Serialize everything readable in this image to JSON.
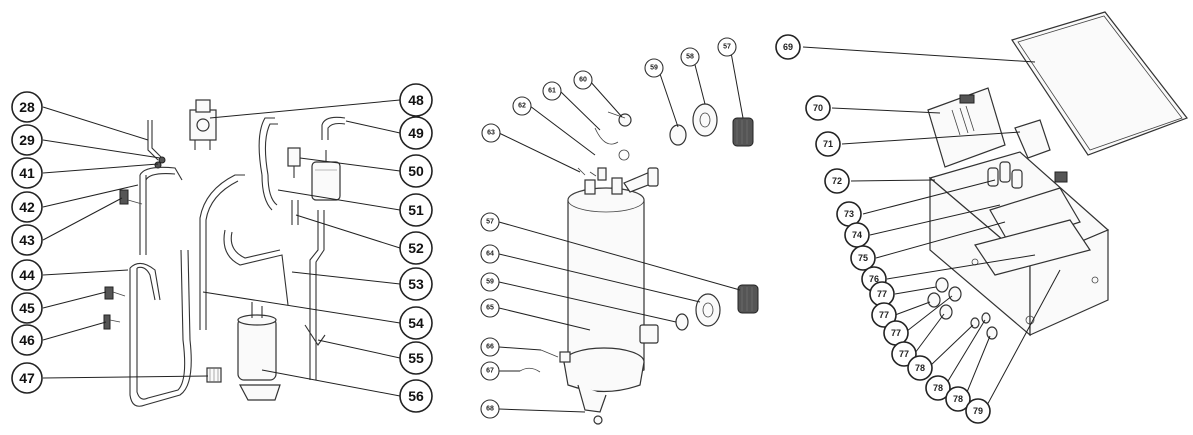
{
  "left_group": {
    "callouts": [
      "28",
      "29",
      "41",
      "42",
      "43",
      "44",
      "45",
      "46",
      "47",
      "48",
      "49",
      "50",
      "51",
      "52",
      "53",
      "54",
      "55",
      "56"
    ]
  },
  "middle_group": {
    "callouts": [
      "57",
      "58",
      "59",
      "60",
      "61",
      "62",
      "63",
      "57",
      "64",
      "59",
      "65",
      "66",
      "67",
      "68"
    ]
  },
  "right_group": {
    "callouts": [
      "69",
      "70",
      "71",
      "72",
      "73",
      "74",
      "75",
      "76",
      "77",
      "77",
      "77",
      "77",
      "78",
      "78",
      "78",
      "79"
    ]
  }
}
